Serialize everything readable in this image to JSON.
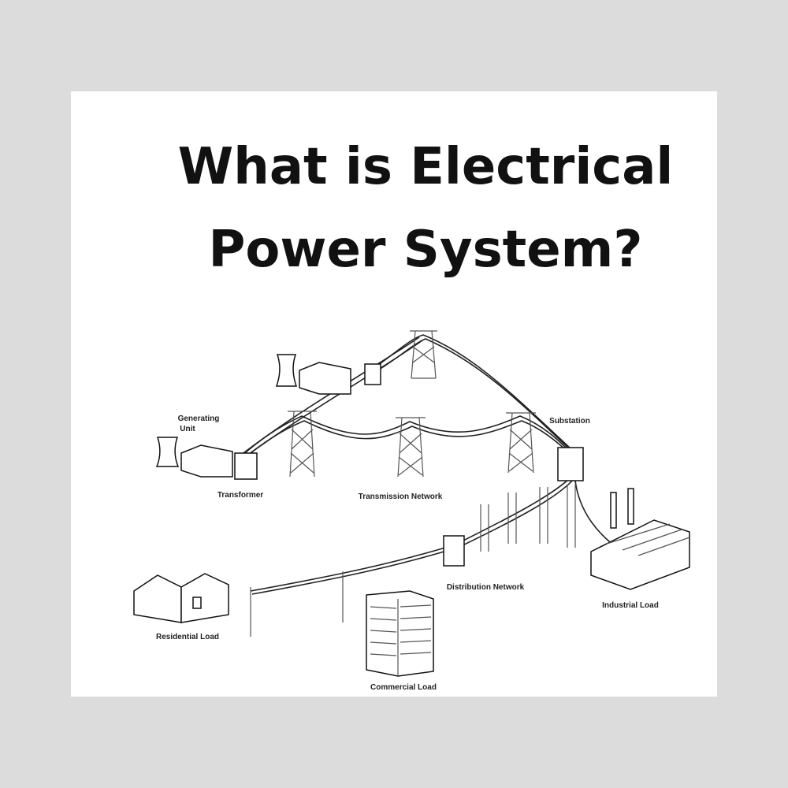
{
  "title": {
    "line1": "What is Electrical",
    "line2": "Power System?"
  },
  "labels": {
    "generating_unit_1": "Generating",
    "generating_unit_2": "Unit",
    "substation": "Substation",
    "transformer": "Transformer",
    "transmission_network": "Transmission Network",
    "distribution_network": "Distribution Network",
    "industrial_load": "Industrial Load",
    "residential_load": "Residential Load",
    "commercial_load": "Commercial Load"
  },
  "colors": {
    "background": "#dcdcdc",
    "panel": "#ffffff",
    "ink": "#111111"
  }
}
